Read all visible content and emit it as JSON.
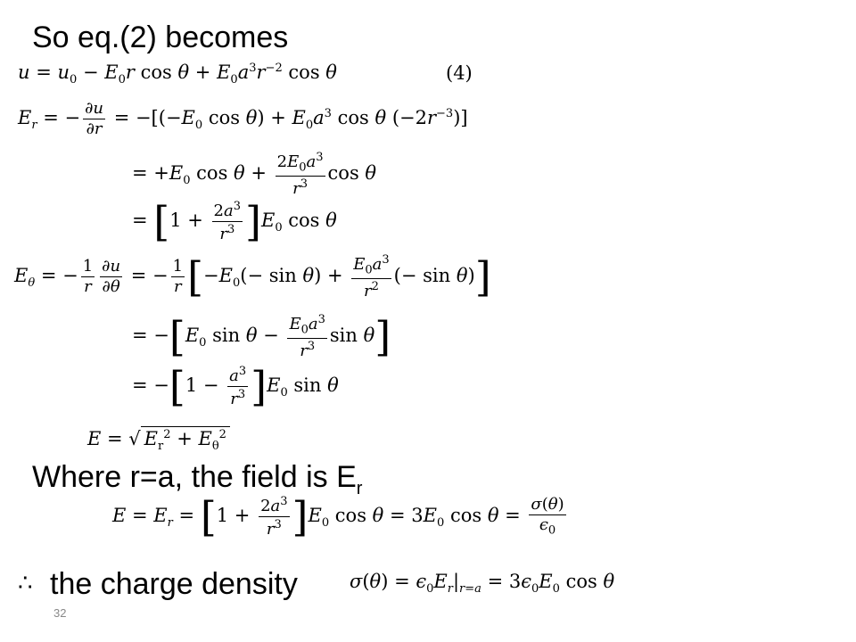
{
  "slide": {
    "heading": "So eq.(2) becomes",
    "where_text": "Where r=a, the field is E",
    "where_sub": "r",
    "therefore_symbol": "∴",
    "charge_density_text": "the charge density",
    "page_number": "32"
  },
  "equations": {
    "eq4_tag": "(4)"
  }
}
